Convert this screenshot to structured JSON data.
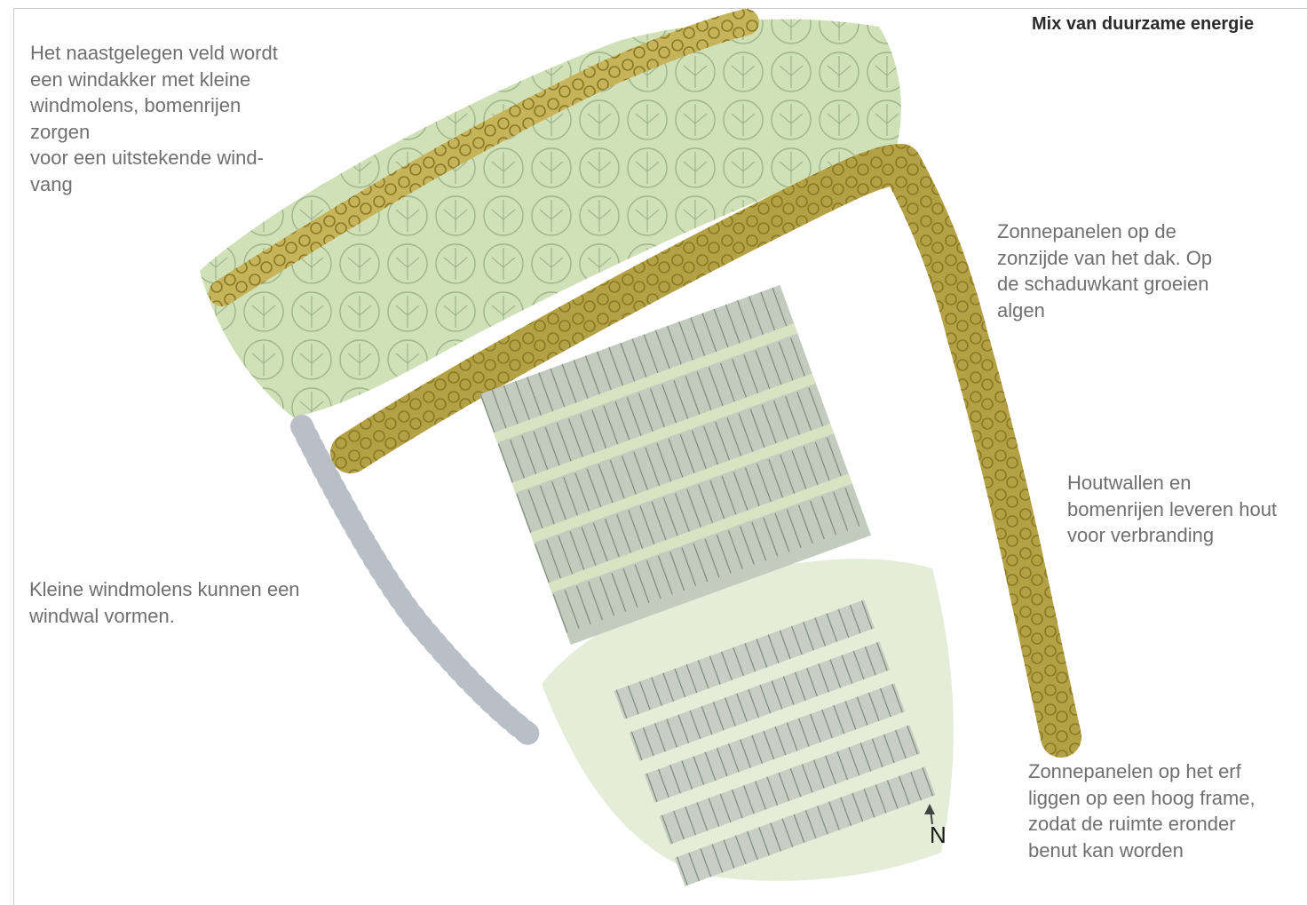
{
  "title": "Mix van duurzame energie",
  "notes": {
    "wind_field": "Het naastgelegen veld wordt\neen windakker met kleine\nwindmolens, bomenrijen\nzorgen\nvoor een uitstekende wind-\nvang",
    "wind_wall": "Kleine windmolens kunnen een\nwindwal vormen.",
    "roof_panels": "Zonnepanelen op de\nzonzijde van het dak. Op\nde schaduwkant groeien\nalgen",
    "wood": "Houtwallen en\nbomenrijen leveren hout\nvoor verbranding",
    "yard_panels": "Zonnepanelen op het erf\nliggen op een hoog frame,\nzodat de ruimte eronder\nbenut kan worden"
  },
  "north_label": "N",
  "colors": {
    "text": "#6f6f6f",
    "title": "#2b2b2b",
    "meadow": "#c8dcaa",
    "tree_row": "#b5a145",
    "hedge": "#a08f2e",
    "roof_panel": "#9aa39a",
    "panel_gap": "#d8e3c4"
  }
}
